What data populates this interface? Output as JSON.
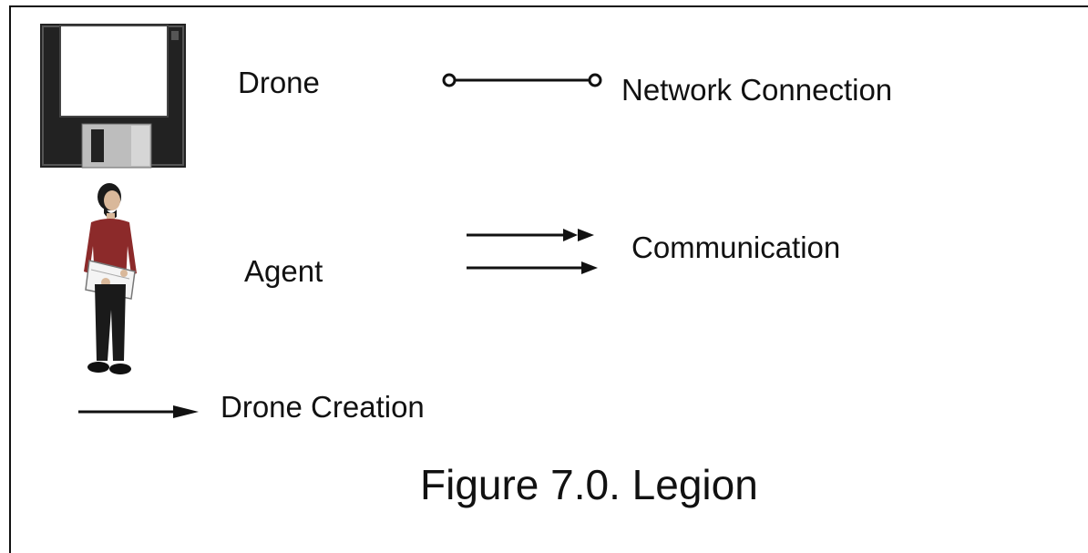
{
  "legend": {
    "drone": {
      "label": "Drone",
      "icon": "floppy-disk-icon"
    },
    "network": {
      "label": "Network Connection",
      "icon": "network-connection-line-icon"
    },
    "agent": {
      "label": "Agent",
      "icon": "person-icon"
    },
    "communication": {
      "label": "Communication",
      "icon": "communication-arrows-icon"
    },
    "creation": {
      "label": "Drone Creation",
      "icon": "drone-creation-arrow-icon"
    }
  },
  "caption": "Figure 7.0. Legion",
  "colors": {
    "line": "#111111",
    "disk_body": "#222222",
    "label_paper": "#ffffff",
    "shutter": "#bdbdbd",
    "shirt": "#8c2a2a",
    "pants": "#1a1a1a",
    "skin": "#d9b89a"
  }
}
